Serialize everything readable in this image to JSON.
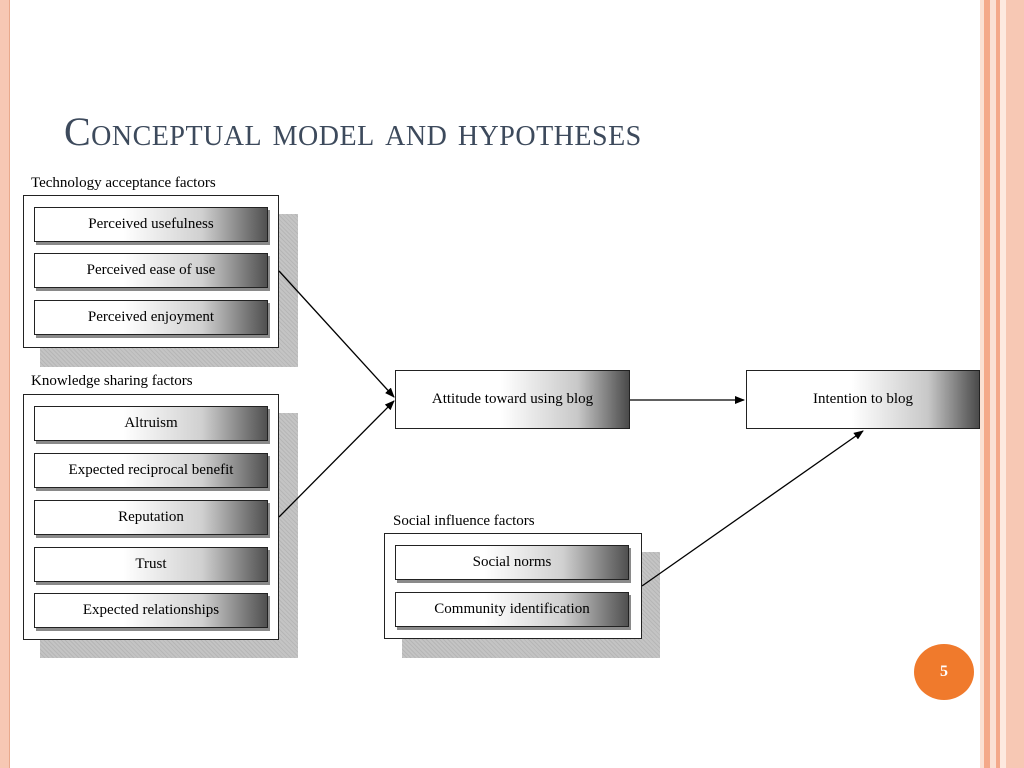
{
  "slide": {
    "title": "Conceptual model and hypotheses",
    "page_number": "5",
    "accent_color": "#f07a2c",
    "border_color": "#f7c8b4"
  },
  "diagram": {
    "technology_acceptance": {
      "label": "Technology acceptance factors",
      "items": [
        "Perceived usefulness",
        "Perceived ease of use",
        "Perceived enjoyment"
      ]
    },
    "knowledge_sharing": {
      "label": "Knowledge sharing factors",
      "items": [
        "Altruism",
        "Expected reciprocal benefit",
        "Reputation",
        "Trust",
        "Expected relationships"
      ]
    },
    "social_influence": {
      "label": "Social influence factors",
      "items": [
        "Social norms",
        "Community identification"
      ]
    },
    "attitude": "Attitude toward using blog",
    "intention": "Intention to blog"
  }
}
